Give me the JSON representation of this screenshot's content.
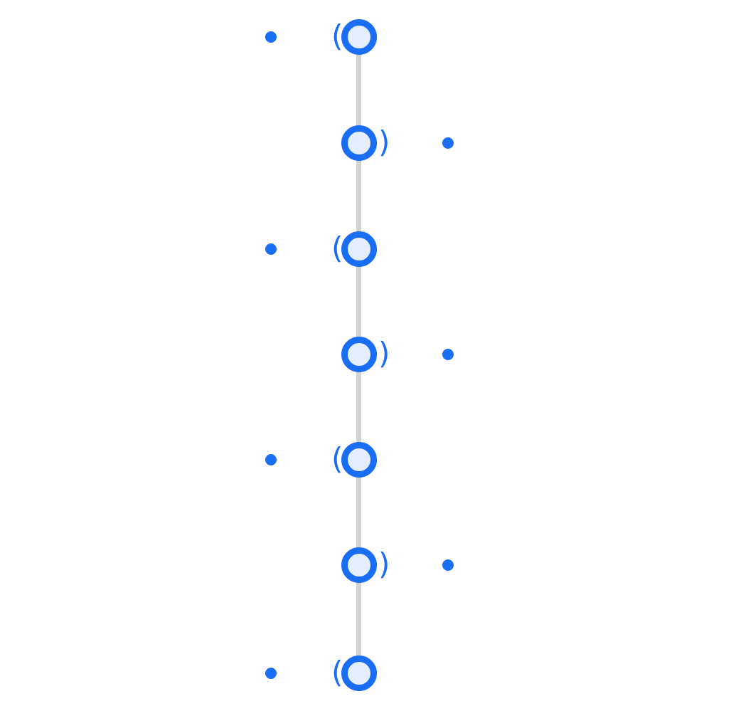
{
  "colors": {
    "accent": "#1a6ef5",
    "node_fill": "#e5eefc",
    "spine": "#d2d2d2",
    "background": "#ffffff"
  },
  "events": [
    {
      "side": "left"
    },
    {
      "side": "right"
    },
    {
      "side": "left"
    },
    {
      "side": "right"
    },
    {
      "side": "left"
    },
    {
      "side": "right"
    },
    {
      "side": "left"
    }
  ]
}
